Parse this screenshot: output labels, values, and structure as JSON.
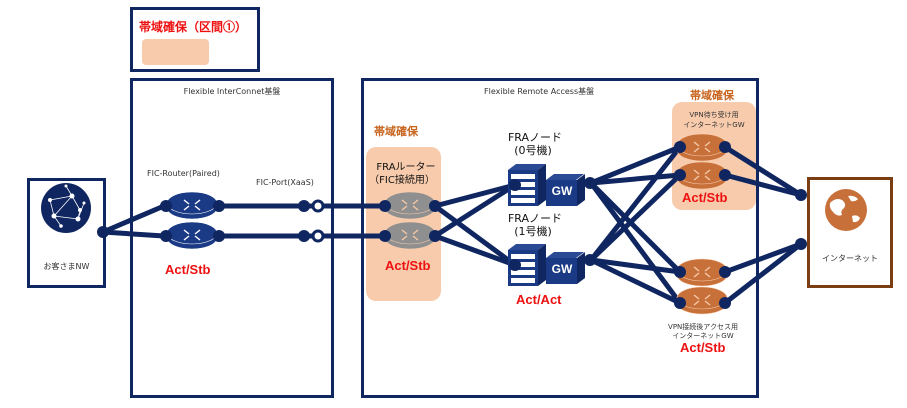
{
  "legend": {
    "title": "帯域確保（区間①）",
    "swatch_color": "#f7cbac"
  },
  "colors": {
    "navy": "#0f2660",
    "status_red": "#ee1111",
    "bandwidth_orange": "#c8641e",
    "bandwidth_fill": "#f7cbac",
    "internet_brown": "#7a3e12",
    "router_gray": "#8f8f8f",
    "router_orange": "#c8703a"
  },
  "customer": {
    "label": "お客さまNW",
    "icon": "network-globe-icon"
  },
  "fic": {
    "title": "Flexible InterConnet基盤",
    "router_label": "FIC-Router(Paired)",
    "port_label": "FIC-Port(XaaS)",
    "status": "Act/Stb"
  },
  "fra": {
    "title": "Flexible Remote Access基盤",
    "router_panel": {
      "bandwidth_label": "帯域確保",
      "label_line1": "FRAルーター",
      "label_line2": "（FIC接続用）",
      "status": "Act/Stb"
    },
    "nodes": [
      {
        "label_line1": "FRAノード",
        "label_line2": "(0号機)",
        "badge": "GW"
      },
      {
        "label_line1": "FRAノード",
        "label_line2": "(1号機)",
        "badge": "GW"
      }
    ],
    "nodes_status": "Act/Act",
    "vpn_wait_gw": {
      "bandwidth_label": "帯域確保",
      "label_line1": "VPN待ち受け用",
      "label_line2": "インターネットGW",
      "status": "Act/Stb"
    },
    "vpn_access_gw": {
      "label_line1": "VPN接続後アクセス用",
      "label_line2": "インターネットGW",
      "status": "Act/Stb"
    }
  },
  "internet": {
    "label": "インターネット",
    "icon": "earth-globe-icon"
  }
}
